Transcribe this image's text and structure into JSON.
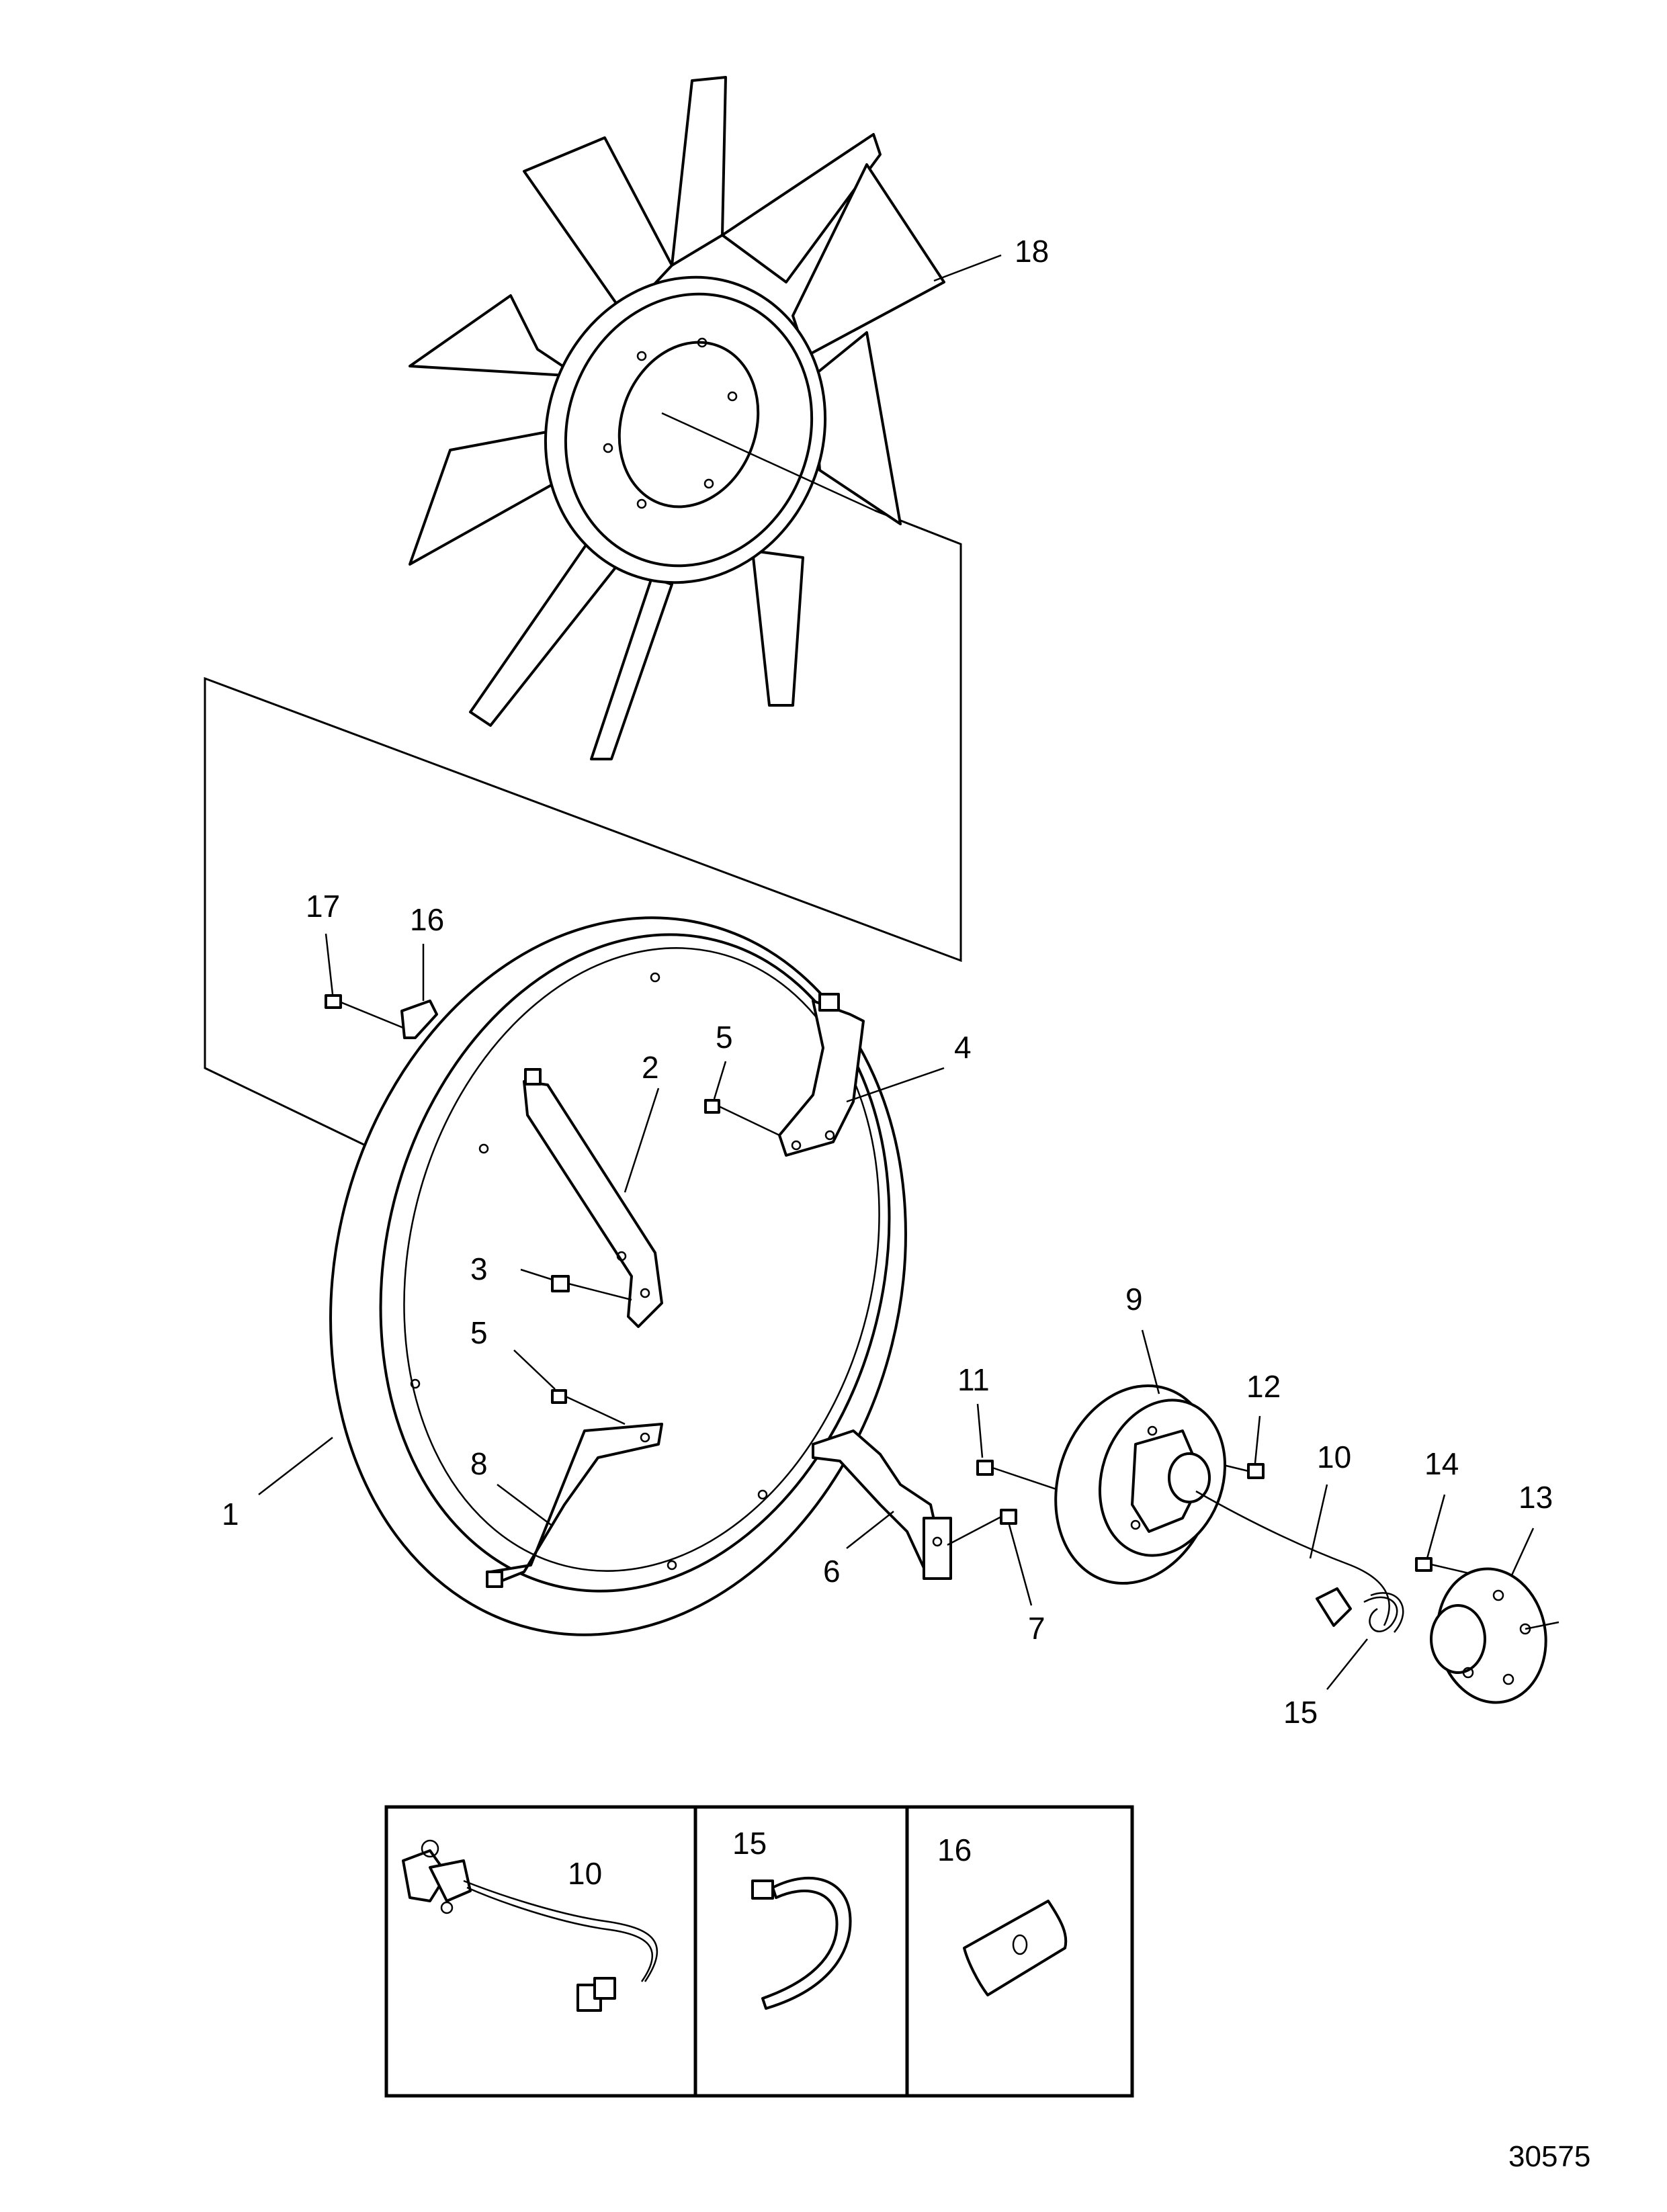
{
  "figure_id": "30575",
  "callouts": {
    "c1": "1",
    "c2": "2",
    "c3": "3",
    "c4": "4",
    "c5a": "5",
    "c5b": "5",
    "c6": "6",
    "c7": "7",
    "c8": "8",
    "c9": "9",
    "c10": "10",
    "c11": "11",
    "c12": "12",
    "c13": "13",
    "c14": "14",
    "c15": "15",
    "c16": "16",
    "c17": "17",
    "c18": "18"
  },
  "detail_panels": [
    {
      "label": "10"
    },
    {
      "label": "15"
    },
    {
      "label": "16"
    }
  ]
}
